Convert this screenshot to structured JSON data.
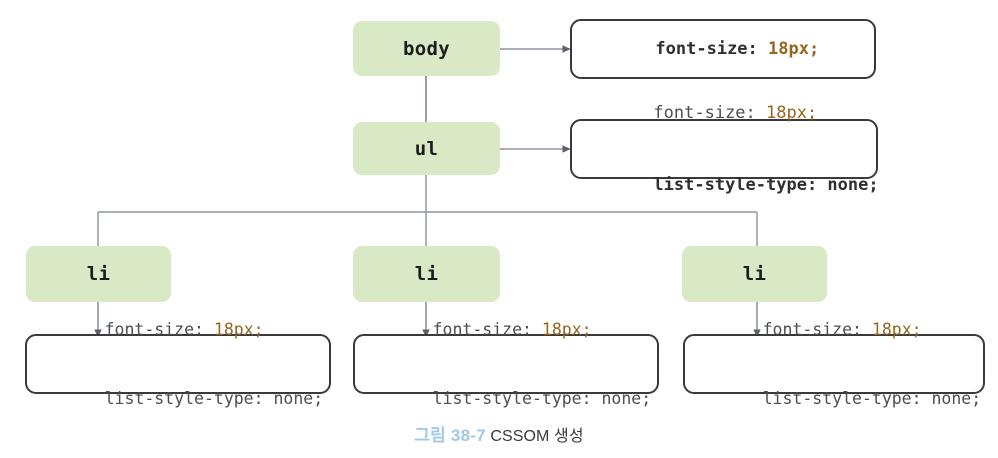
{
  "figure": {
    "caption_number": "그림 38-7",
    "caption_title": "CSSOM 생성",
    "caption_number_color": "#9fc9e8",
    "caption_title_color": "#3a3a3c"
  },
  "colors": {
    "node_fill": "#dae9c5",
    "rulebox_border": "#3a3a3c",
    "rulebox_fill": "#ffffff",
    "wire": "#8d94a0",
    "value_accent": "#95661c",
    "text": "#4d4d52",
    "text_bold": "#2f2f33",
    "background": "#ffffff"
  },
  "nodes": [
    {
      "id": "body",
      "label": "body"
    },
    {
      "id": "ul",
      "label": "ul"
    },
    {
      "id": "li1",
      "label": "li"
    },
    {
      "id": "li2",
      "label": "li"
    },
    {
      "id": "li3",
      "label": "li"
    }
  ],
  "rule_boxes": [
    {
      "id": "body-rules",
      "for_node": "body",
      "lines": [
        {
          "prop": "font-size: ",
          "value": "18px",
          "term": ";",
          "bold": true
        }
      ]
    },
    {
      "id": "ul-rules",
      "for_node": "ul",
      "lines": [
        {
          "prop": "font-size: ",
          "value": "18px",
          "term": ";",
          "bold": false
        },
        {
          "prop": "list-style-type: ",
          "value": "",
          "term": "none;",
          "bold": true
        }
      ]
    },
    {
      "id": "li1-rules",
      "for_node": "li1",
      "lines": [
        {
          "prop": "font-size: ",
          "value": "18px",
          "term": ";",
          "bold": false
        },
        {
          "prop": "list-style-type: ",
          "value": "",
          "term": "none;",
          "bold": false
        }
      ]
    },
    {
      "id": "li2-rules",
      "for_node": "li2",
      "lines": [
        {
          "prop": "font-size: ",
          "value": "18px",
          "term": ";",
          "bold": false
        },
        {
          "prop": "list-style-type: ",
          "value": "",
          "term": "none;",
          "bold": false
        }
      ]
    },
    {
      "id": "li3-rules",
      "for_node": "li3",
      "lines": [
        {
          "prop": "font-size: ",
          "value": "18px",
          "term": ";",
          "bold": false
        },
        {
          "prop": "list-style-type: ",
          "value": "",
          "term": "none;",
          "bold": false
        }
      ]
    }
  ]
}
